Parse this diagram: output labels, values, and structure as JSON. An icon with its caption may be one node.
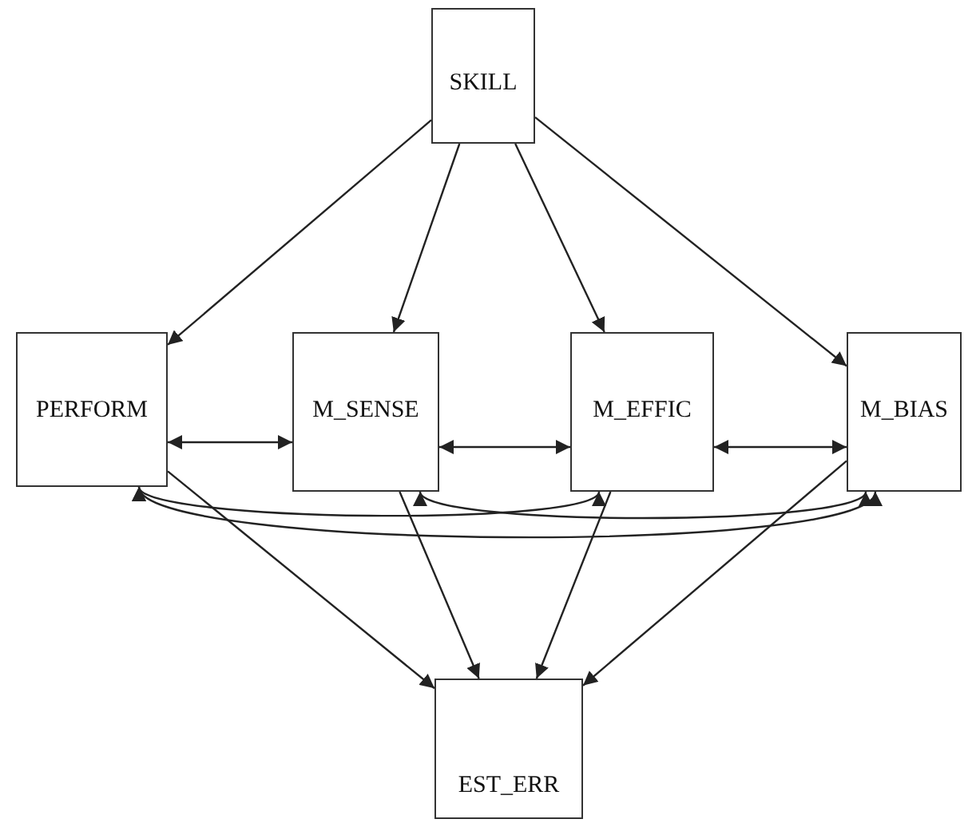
{
  "diagram": {
    "nodes": [
      {
        "text": [
          "SKILL"
        ]
      },
      {
        "text": [
          "PERFORM"
        ]
      },
      {
        "text": [
          "M_SENSE"
        ]
      },
      {
        "text": [
          "M_EFFIC"
        ]
      },
      {
        "text": [
          "M_BIAS"
        ]
      },
      {
        "text": [
          "EST_ERR"
        ]
      }
    ],
    "edges": [
      {
        "from": 0,
        "to": 1,
        "arrow": "to"
      },
      {
        "from": 0,
        "to": 2,
        "arrow": "to"
      },
      {
        "from": 0,
        "to": 3,
        "arrow": "to"
      },
      {
        "from": 0,
        "to": 4,
        "arrow": "to"
      },
      {
        "from": 1,
        "to": 5,
        "arrow": "to"
      },
      {
        "from": 2,
        "to": 5,
        "arrow": "to"
      },
      {
        "from": 3,
        "to": 5,
        "arrow": "to"
      },
      {
        "from": 4,
        "to": 5,
        "arrow": "to"
      },
      {
        "from": 1,
        "to": 2,
        "arrow": "both"
      },
      {
        "from": 2,
        "to": 3,
        "arrow": "both"
      },
      {
        "from": 3,
        "to": 4,
        "arrow": "both"
      },
      {
        "from": 1,
        "to": 3,
        "arrow": "both"
      },
      {
        "from": 2,
        "to": 4,
        "arrow": "both"
      },
      {
        "from": 1,
        "to": 4,
        "arrow": "both"
      }
    ]
  }
}
